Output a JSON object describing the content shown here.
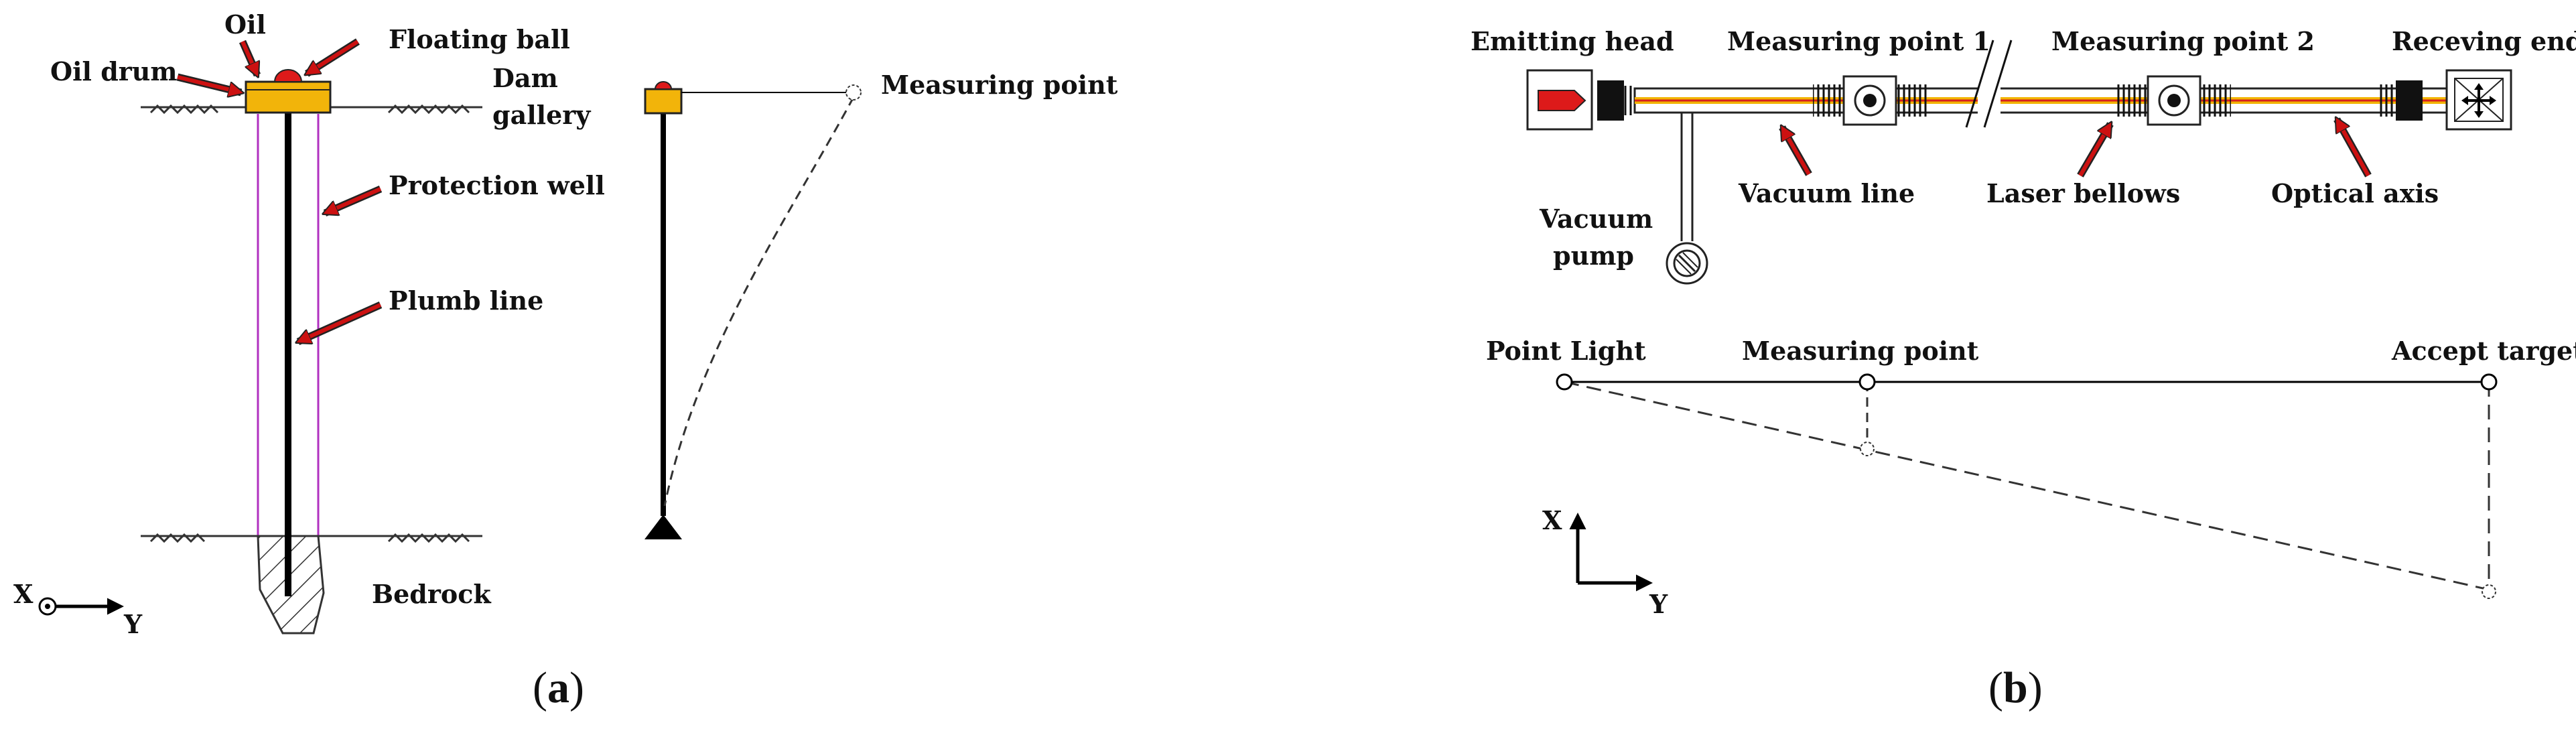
{
  "panel_a": {
    "labels": {
      "oil": "Oil",
      "floating_ball": "Floating ball",
      "oil_drum": "Oil drum",
      "dam": "Dam",
      "gallery": "gallery",
      "protection_well": "Protection well",
      "plumb_line": "Plumb line",
      "bedrock": "Bedrock",
      "measuring_point": "Measuring point",
      "axis_x": "X",
      "axis_y": "Y"
    },
    "caption": {
      "open": "(",
      "letter": "a",
      "close": ")"
    }
  },
  "panel_b": {
    "labels": {
      "emitting_head": "Emitting head",
      "measuring_point_1": "Measuring point 1",
      "measuring_point_2": "Measuring point 2",
      "receiving_end": "Receving end",
      "vacuum_line": "Vacuum line",
      "laser_bellows": "Laser bellows",
      "optical_axis": "Optical axis",
      "vacuum": "Vacuum",
      "pump": "pump",
      "point_light": "Point Light",
      "measuring_point": "Measuring point",
      "accept_target": "Accept target",
      "axis_x": "X",
      "axis_y": "Y"
    },
    "caption": {
      "open": "(",
      "letter": "b",
      "close": ")"
    }
  },
  "colors": {
    "pointer_arrow": "#cc1111",
    "oil": "#f2b40a",
    "well": "#b030c0",
    "laser": "#d62020",
    "tube": "#f2b400"
  }
}
